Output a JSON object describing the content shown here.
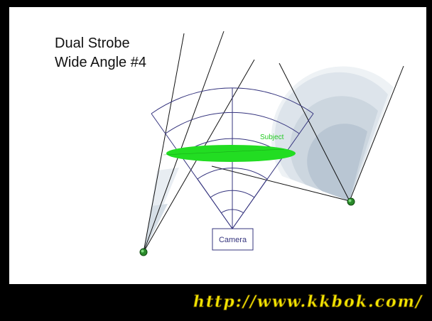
{
  "diagram": {
    "title_line_1": "Dual Strobe",
    "title_line_2": "Wide Angle #4",
    "subject_label": "Subject",
    "camera_label": "Camera",
    "left_strobe_icon": "strobe-light-icon",
    "right_strobe_icon": "strobe-light-icon"
  },
  "watermark": {
    "text": "http://www.kkbok.com/"
  },
  "colors": {
    "frame": "#000000",
    "canvas": "#ffffff",
    "strobe_beam": "#eef2f5",
    "strobe_rings": "#c9d4de",
    "camera_lines": "#35347e",
    "subject": "#22dd22",
    "subject_text": "#22c922",
    "strobe_dot": "#2a8a2a",
    "watermark_fill": "#f2e600",
    "watermark_stroke": "#6b5500"
  }
}
